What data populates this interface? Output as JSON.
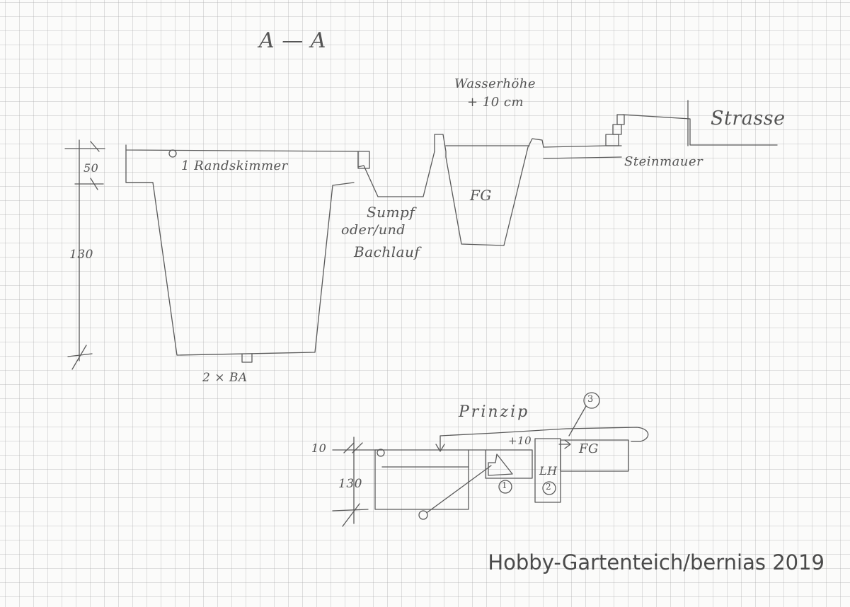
{
  "section": {
    "title": "A — A",
    "labels": {
      "depth_top": "50",
      "depth_total": "130",
      "skimmer": "1 Randskimmer",
      "water_level": "Wasserhöhe",
      "water_level_plus": "+ 10 cm",
      "street": "Strasse",
      "stone_wall": "Steinmauer",
      "filter_pit": "FG",
      "sump": "Sumpf",
      "sump_or": "oder/und",
      "stream": "Bachlauf",
      "bottom_drains": "2 × BA"
    }
  },
  "principle": {
    "title": "Prinzip",
    "labels": {
      "depth_top": "10",
      "depth_total": "130",
      "plus_10": "+10",
      "filter_pit": "FG",
      "pump_chamber": "LH",
      "marker_1": "1",
      "marker_2": "2",
      "marker_3": "3"
    }
  },
  "credit": "Hobby-Gartenteich/bernias 2019"
}
